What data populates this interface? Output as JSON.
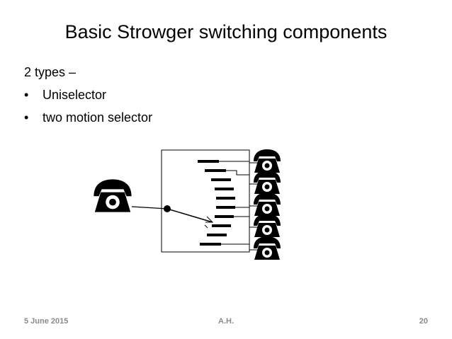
{
  "slide": {
    "title": "Basic Strowger switching components",
    "intro": "2 types –",
    "bullets": [
      "Uniselector",
      "two motion selector"
    ],
    "bullet_char": "•"
  },
  "diagram": {
    "icons": [
      "telephone-icon"
    ],
    "colors": {
      "ink": "#000000",
      "footer": "#8a8a8a"
    }
  },
  "footer": {
    "date": "5 June 2015",
    "author": "A.H.",
    "page": "20"
  }
}
